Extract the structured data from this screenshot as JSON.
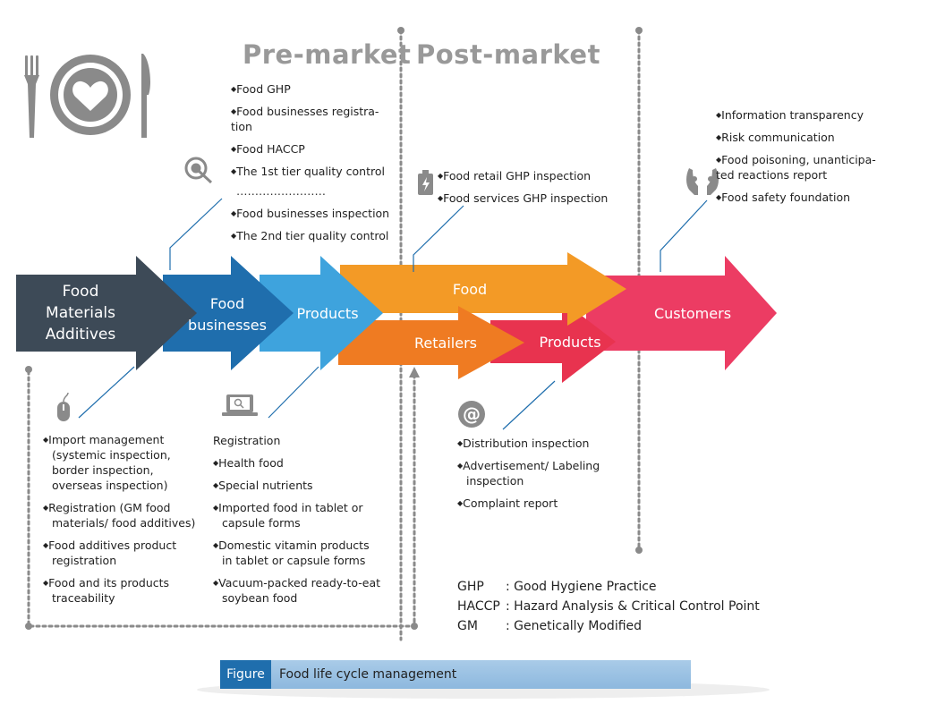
{
  "headers": {
    "pre": "Pre-market",
    "post": "Post-market"
  },
  "arrows": {
    "food_materials": "Food\nMaterials\nAdditives",
    "food_businesses": "Food\nbusinesses",
    "products_1": "Products",
    "food": "Food",
    "retailers": "Retailers",
    "products_2": "Products",
    "customers": "Customers"
  },
  "pre_top": {
    "items_a": [
      {
        "lines": [
          "Food GHP"
        ]
      },
      {
        "lines": [
          "Food businesses registra-",
          "tion"
        ]
      },
      {
        "lines": [
          "Food HACCP"
        ]
      },
      {
        "lines": [
          "The 1st tier quality control"
        ]
      }
    ],
    "separator": "……………………",
    "items_b": [
      {
        "lines": [
          "Food businesses inspection"
        ]
      },
      {
        "lines": [
          "The 2nd tier quality control"
        ]
      }
    ]
  },
  "post_top": {
    "items": [
      {
        "lines": [
          "Food retail GHP inspection"
        ]
      },
      {
        "lines": [
          "Food services GHP inspection"
        ]
      }
    ]
  },
  "customer_top": {
    "items": [
      {
        "lines": [
          "Information transparency"
        ]
      },
      {
        "lines": [
          "Risk communication"
        ]
      },
      {
        "lines": [
          "Food poisoning, unanticipa-",
          "ted reactions report"
        ]
      },
      {
        "lines": [
          "Food safety foundation"
        ]
      }
    ]
  },
  "bottom_left": {
    "items": [
      {
        "lines": [
          "Import management",
          "(systemic inspection,",
          "border inspection,",
          "overseas inspection)"
        ]
      },
      {
        "lines": [
          "Registration (GM food",
          "materials/ food additives)"
        ]
      },
      {
        "lines": [
          "Food additives product",
          "registration"
        ]
      },
      {
        "lines": [
          "Food and its products",
          "traceability"
        ]
      }
    ]
  },
  "bottom_mid": {
    "title": "Registration",
    "items": [
      {
        "lines": [
          "Health food"
        ]
      },
      {
        "lines": [
          "Special nutrients"
        ]
      },
      {
        "lines": [
          "Imported food in tablet or",
          "capsule forms"
        ]
      },
      {
        "lines": [
          "Domestic vitamin products",
          "in tablet or capsule forms"
        ]
      },
      {
        "lines": [
          "Vacuum-packed ready-to-eat",
          "soybean food"
        ]
      }
    ]
  },
  "bottom_right": {
    "items": [
      {
        "lines": [
          "Distribution inspection"
        ]
      },
      {
        "lines": [
          "Advertisement/ Labeling",
          "inspection"
        ]
      },
      {
        "lines": [
          "Complaint report"
        ]
      }
    ]
  },
  "glossary": [
    {
      "abbr": "GHP",
      "def": ": Good Hygiene Practice"
    },
    {
      "abbr": "HACCP",
      "def": ": Hazard Analysis & Critical Control Point"
    },
    {
      "abbr": "GM",
      "def": ": Genetically Modified"
    }
  ],
  "caption": {
    "tag": "Figure",
    "text": "Food life cycle management"
  },
  "bullet": "◆",
  "colors": {
    "dark": "#3d4a57",
    "blue": "#1f6ead",
    "lightblue": "#3ea3dd",
    "orange": "#f39a26",
    "darkorange": "#ef7b22",
    "red": "#e8334f",
    "pink": "#ec3c63",
    "gray": "#8a8a8a",
    "linecolor": "#1f6ead"
  },
  "icons": [
    "plate-utensils-icon",
    "target-icon",
    "phone-battery-icon",
    "hands-icon",
    "mouse-icon",
    "laptop-icon",
    "at-icon"
  ]
}
